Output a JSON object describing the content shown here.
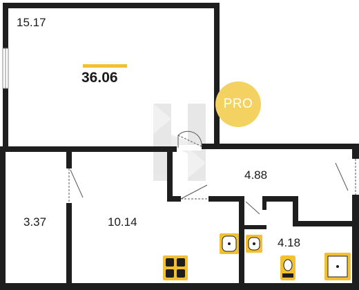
{
  "floor_plan": {
    "total_area": "36.06",
    "rooms": [
      {
        "id": "living",
        "area": "15.17"
      },
      {
        "id": "storage",
        "area": "3.37"
      },
      {
        "id": "kitchen",
        "area": "10.14"
      },
      {
        "id": "hallway",
        "area": "4.88"
      },
      {
        "id": "bathroom",
        "area": "4.18"
      }
    ],
    "badge": "PRO",
    "colors": {
      "wall": "#1e1e1e",
      "accent": "#f2c031",
      "fixture": "#f2c031",
      "watermark": "#c8c8c8",
      "badge": "#f4d262"
    },
    "watermark_icon": "letter-h-logo-icon"
  }
}
